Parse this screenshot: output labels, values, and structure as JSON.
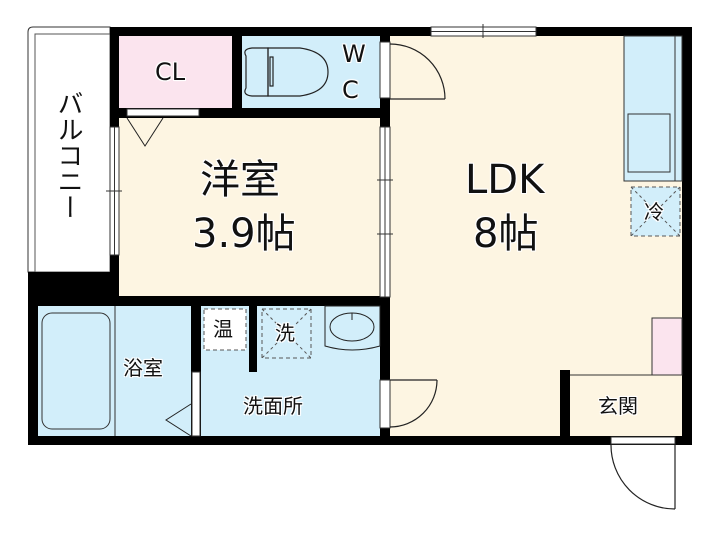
{
  "floorplan": {
    "rooms": {
      "western_room": {
        "name": "洋室",
        "size": "3.9帖"
      },
      "ldk": {
        "name": "LDK",
        "size": "8帖"
      },
      "closet": {
        "name": "CL"
      },
      "toilet": {
        "name_line1": "W",
        "name_line2": "C"
      },
      "bathroom": {
        "name": "浴室"
      },
      "washroom": {
        "name": "洗面所"
      },
      "entrance": {
        "name": "玄関"
      },
      "balcony": {
        "name": "バルコニー"
      }
    },
    "fixtures": {
      "fridge": "冷",
      "water_heater": "温",
      "washing_machine": "洗"
    },
    "colors": {
      "wall": "#000000",
      "floor_wood": "#fdf5e2",
      "wet_area": "#d2eefa",
      "closet": "#fbe4ee",
      "balcony": "#ffffff"
    }
  }
}
